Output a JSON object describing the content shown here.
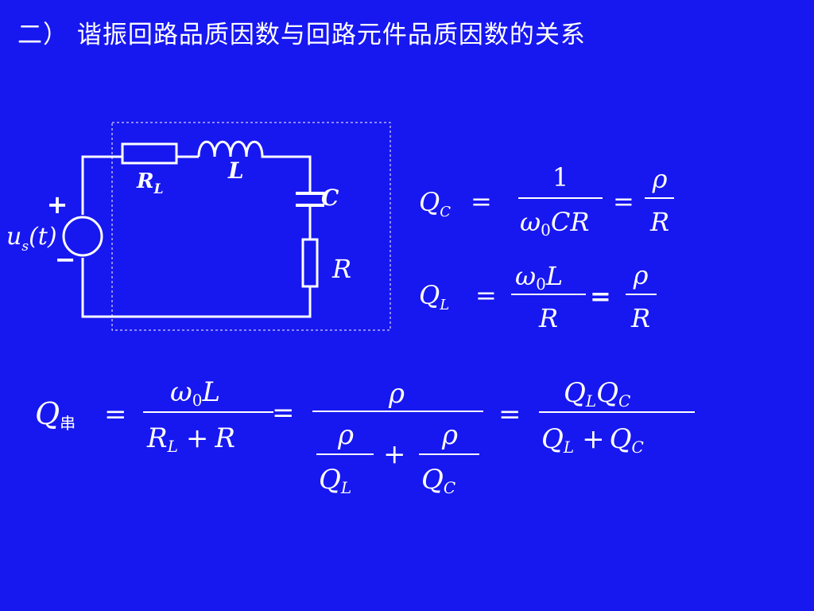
{
  "slide": {
    "title": "二）  谐振回路品质因数与回路元件品质因数的关系"
  },
  "circuit": {
    "source_label": "u",
    "source_sub": "s",
    "source_arg": "(t)",
    "plus": "+",
    "minus": "−",
    "rl_label": "R",
    "rl_sub": "L",
    "l_label": "L",
    "c_label": "C",
    "r_label": "R"
  },
  "eq_qc": {
    "lhs": "Q",
    "lhs_sub": "C",
    "eq1": "=",
    "num": "1",
    "den_omega": "ω",
    "den_omega_sub": "0",
    "den_rest": "CR",
    "eq2": "=",
    "rho_num": "ρ",
    "rho_den": "R"
  },
  "eq_ql": {
    "lhs": "Q",
    "lhs_sub": "L",
    "eq1": "=",
    "num_omega": "ω",
    "num_omega_sub": "0",
    "num_rest": "L",
    "den": "R",
    "eq2": "=",
    "rho_num": "ρ",
    "rho_den": "R"
  },
  "eq_series": {
    "lhs": "Q",
    "lhs_sub": "串",
    "eq1": "=",
    "f1_num_omega": "ω",
    "f1_num_omega_sub": "0",
    "f1_num_rest": "L",
    "f1_den_r": "R",
    "f1_den_r_sub": "L",
    "f1_den_plus": "+",
    "f1_den_r2": "R",
    "eq2": "=",
    "f2_num": "ρ",
    "f2_a_num": "ρ",
    "f2_a_den": "Q",
    "f2_a_den_sub": "L",
    "f2_plus": "+",
    "f2_b_num": "ρ",
    "f2_b_den": "Q",
    "f2_b_den_sub": "C",
    "eq3": "=",
    "f3_num_q1": "Q",
    "f3_num_q1_sub": "L",
    "f3_num_q2": "Q",
    "f3_num_q2_sub": "C",
    "f3_den_q1": "Q",
    "f3_den_q1_sub": "L",
    "f3_den_plus": "+",
    "f3_den_q2": "Q",
    "f3_den_q2_sub": "C"
  },
  "colors": {
    "background": "#1717f0",
    "foreground": "#ffffff"
  }
}
